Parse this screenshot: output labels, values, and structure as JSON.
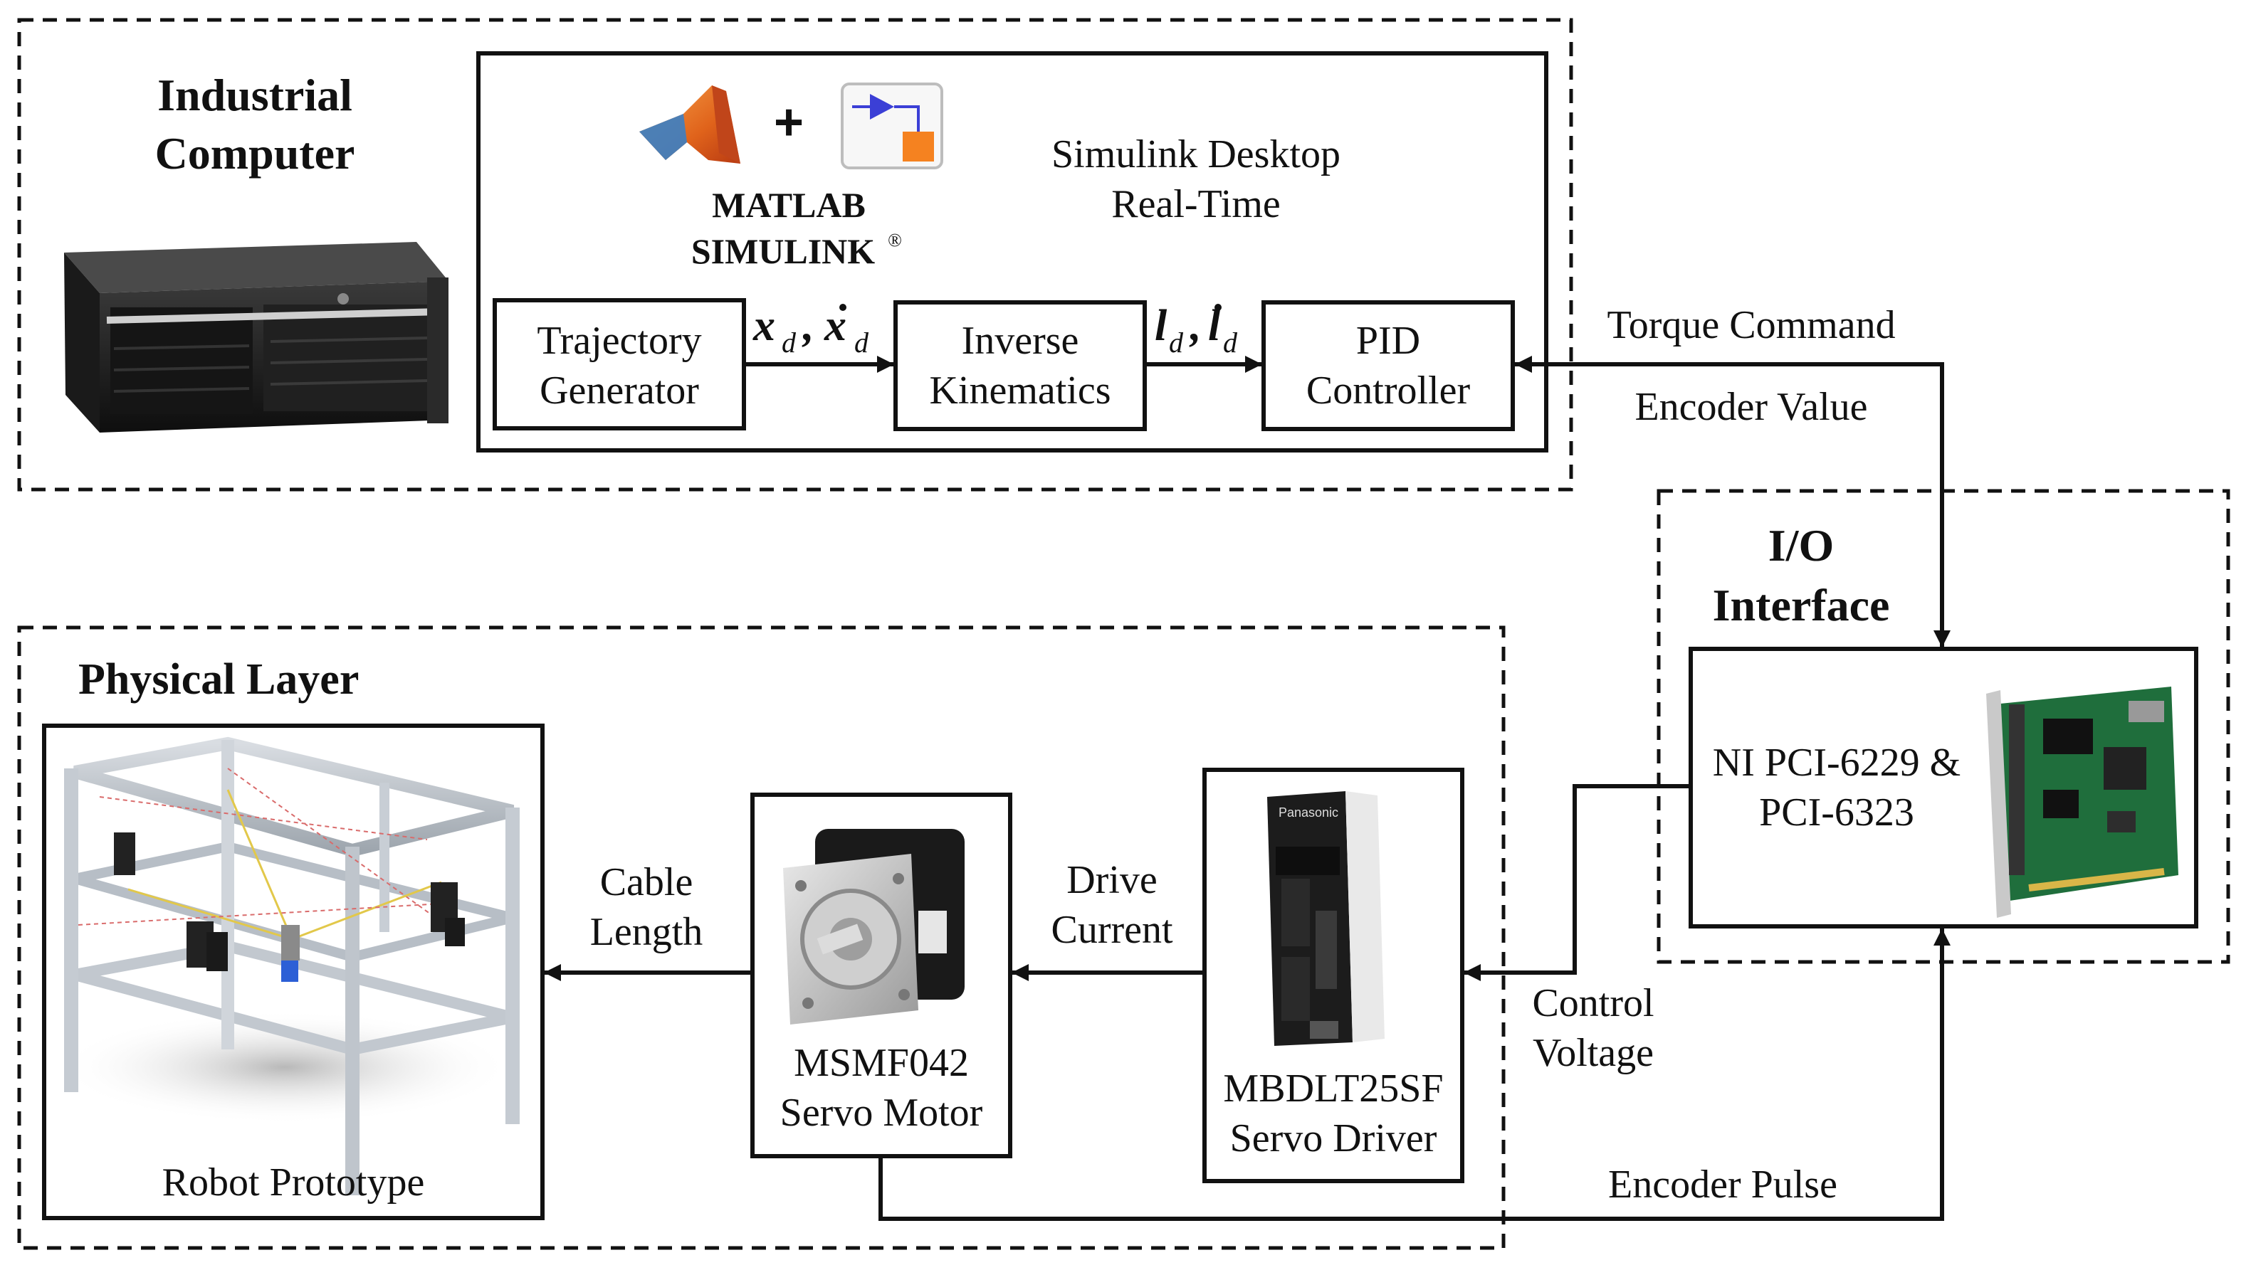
{
  "colors": {
    "line": "#111111",
    "matlab_orange": "#e8701a",
    "matlab_blue": "#3b7fc4",
    "simulink_arrow": "#3b3fd6",
    "simulink_block": "#f58220",
    "pcb_green": "#1f6e3c"
  },
  "icons": {
    "industrial_computer": "rack-server-icon",
    "matlab": "matlab-logo-icon",
    "simulink": "simulink-logo-icon",
    "servo_driver": "servo-driver-photo-icon",
    "servo_motor": "servo-motor-photo-icon",
    "io_card": "pci-card-photo-icon",
    "robot": "robot-prototype-render-icon"
  },
  "industrial": {
    "title_line1": "Industrial",
    "title_line2": "Computer",
    "plus": "+",
    "matlab": "MATLAB",
    "simulink": "SIMULINK",
    "registered": "®",
    "sdrt_line1": "Simulink Desktop",
    "sdrt_line2": "Real-Time"
  },
  "blocks": {
    "trajectory_line1": "Trajectory",
    "trajectory_line2": "Generator",
    "inverse_line1": "Inverse",
    "inverse_line2": "Kinematics",
    "pid_line1": "PID",
    "pid_line2": "Controller"
  },
  "signals": {
    "x_symbol": "x",
    "l_symbol": "l",
    "sub_d": "d",
    "comma": ",",
    "torque_command": "Torque Command",
    "encoder_value": "Encoder Value",
    "control_voltage_line1": "Control",
    "control_voltage_line2": "Voltage",
    "drive_current_line1": "Drive",
    "drive_current_line2": "Current",
    "cable_length_line1": "Cable",
    "cable_length_line2": "Length",
    "encoder_pulse": "Encoder Pulse"
  },
  "io": {
    "title_line1": "I/O",
    "title_line2": "Interface",
    "card_line1": "NI PCI-6229 &",
    "card_line2": "PCI-6323"
  },
  "physical": {
    "title": "Physical Layer",
    "robot_caption": "Robot Prototype",
    "motor_line1": "MSMF042",
    "motor_line2": "Servo Motor",
    "driver_line1": "MBDLT25SF",
    "driver_line2": "Servo Driver",
    "driver_brand": "Panasonic"
  }
}
